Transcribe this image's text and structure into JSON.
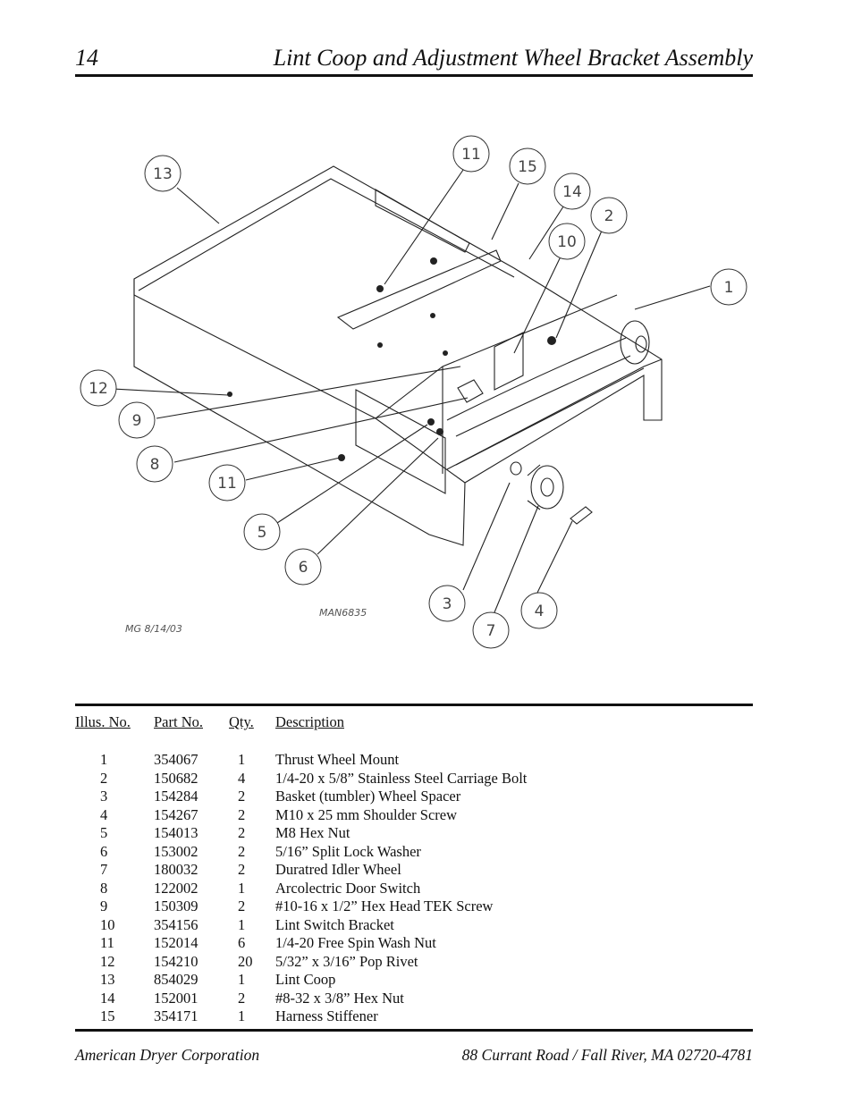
{
  "header": {
    "page_number": "14",
    "title": "Lint Coop and Adjustment Wheel Bracket Assembly"
  },
  "drawing": {
    "drawing_id": "MAN6835",
    "drafter": "MG 8/14/03",
    "callouts": [
      "13",
      "11",
      "15",
      "14",
      "2",
      "10",
      "1",
      "12",
      "9",
      "8",
      "11",
      "5",
      "6",
      "3",
      "7",
      "4"
    ]
  },
  "parts_table": {
    "headers": {
      "illus_no": "Illus. No.",
      "part_no": "Part  No.",
      "qty": "Qty.",
      "description": "Description"
    },
    "rows": [
      {
        "illus": "1",
        "part": "354067",
        "qty": "1",
        "desc": "Thrust Wheel Mount"
      },
      {
        "illus": "2",
        "part": "150682",
        "qty": "4",
        "desc": "1/4-20 x 5/8” Stainless Steel Carriage Bolt"
      },
      {
        "illus": "3",
        "part": "154284",
        "qty": "2",
        "desc": "Basket (tumbler) Wheel Spacer"
      },
      {
        "illus": "4",
        "part": "154267",
        "qty": "2",
        "desc": "M10 x 25 mm Shoulder Screw"
      },
      {
        "illus": "5",
        "part": "154013",
        "qty": "2",
        "desc": "M8 Hex Nut"
      },
      {
        "illus": "6",
        "part": "153002",
        "qty": "2",
        "desc": "5/16” Split Lock Washer"
      },
      {
        "illus": "7",
        "part": "180032",
        "qty": "2",
        "desc": "Duratred Idler Wheel"
      },
      {
        "illus": "8",
        "part": "122002",
        "qty": "1",
        "desc": "Arcolectric Door Switch"
      },
      {
        "illus": "9",
        "part": "150309",
        "qty": "2",
        "desc": "#10-16 x 1/2” Hex Head TEK Screw"
      },
      {
        "illus": "10",
        "part": "354156",
        "qty": "1",
        "desc": "Lint Switch Bracket"
      },
      {
        "illus": "11",
        "part": "152014",
        "qty": "6",
        "desc": "1/4-20 Free Spin Wash Nut"
      },
      {
        "illus": "12",
        "part": "154210",
        "qty": "20",
        "desc": "5/32” x 3/16” Pop Rivet"
      },
      {
        "illus": "13",
        "part": "854029",
        "qty": "1",
        "desc": "Lint Coop"
      },
      {
        "illus": "14",
        "part": "152001",
        "qty": "2",
        "desc": "#8-32 x 3/8” Hex Nut"
      },
      {
        "illus": "15",
        "part": "354171",
        "qty": "1",
        "desc": "Harness  Stiffener"
      }
    ]
  },
  "footer": {
    "left": "American Dryer Corporation",
    "right": "88 Currant Road / Fall River, MA 02720-4781"
  }
}
